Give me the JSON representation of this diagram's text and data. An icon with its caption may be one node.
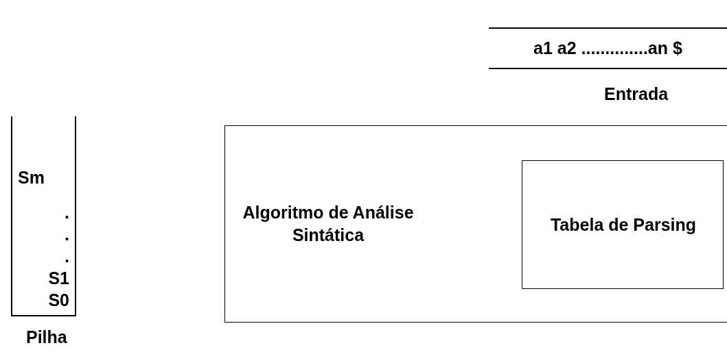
{
  "diagram": {
    "nodes": [
      {
        "text": [
          "a1 a2 ..............an $"
        ],
        "beside": [
          "Entrada"
        ]
      },
      {
        "text": [
          "Sm",
          ".",
          ".",
          ".",
          "S1",
          "S0"
        ],
        "beside": [
          "Pilha"
        ]
      },
      {
        "text": [
          "Algoritmo de Análise Sintática"
        ]
      },
      {
        "text": [
          "Tabela de Parsing"
        ],
        "in": 2
      }
    ]
  }
}
